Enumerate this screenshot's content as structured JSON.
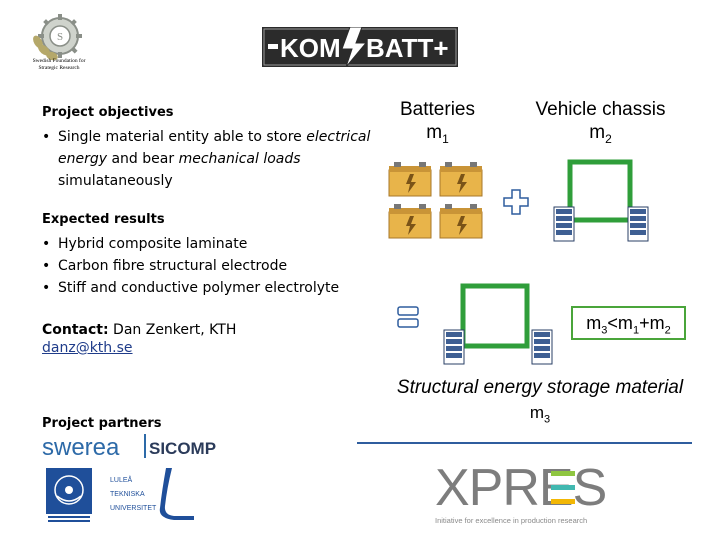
{
  "logos": {
    "ssf_name_line1": "Swedish Foundation for",
    "ssf_name_line2": "Strategic Research",
    "kombatt_left": "KOM",
    "kombatt_right": "BATT+",
    "swerea_left": "swerea",
    "swerea_right": "SICOMP",
    "ltu_line1": "LULEÅ",
    "ltu_line2": "TEKNISKA",
    "ltu_line3": "UNIVERSITET",
    "xpres_word": "XPRES",
    "xpres_tagline": "Initiative for excellence in production research"
  },
  "objectives": {
    "title": "Project objectives",
    "pre": "Single material entity able to store ",
    "em1": "electrical energy",
    "mid": " and bear ",
    "em2": "mechanical loads",
    "post": " simulataneously"
  },
  "results": {
    "title": "Expected results",
    "items": [
      "Hybrid composite laminate",
      "Carbon fibre structural electrode",
      "Stiff and conductive polymer electrolyte"
    ]
  },
  "contact": {
    "label": "Contact:",
    "name": " Dan Zenkert, KTH",
    "email": "danz@kth.se"
  },
  "partners_title": "Project partners",
  "diagram": {
    "batteries_label": "Batteries",
    "batteries_mass": "m",
    "batteries_sub": "1",
    "chassis_label": "Vehicle chassis",
    "chassis_mass": "m",
    "chassis_sub": "2",
    "plus_symbol": "+",
    "equals_symbol": "=",
    "relation": {
      "m": "m",
      "s3": "3",
      "lt": "<m",
      "s1": "1",
      "plus": "+m",
      "s2": "2"
    },
    "structural_label": "Structural energy storage material",
    "structural_mass": "m",
    "structural_sub": "3"
  },
  "colors": {
    "frame_green": "#2f9e3a",
    "battery_body": "#e8b44a",
    "wheel_fill": "#3e5f93",
    "plus_border": "#2f5d9e",
    "line_blue": "#2f5d9e",
    "kombatt_bg": "#2b2b2b"
  }
}
